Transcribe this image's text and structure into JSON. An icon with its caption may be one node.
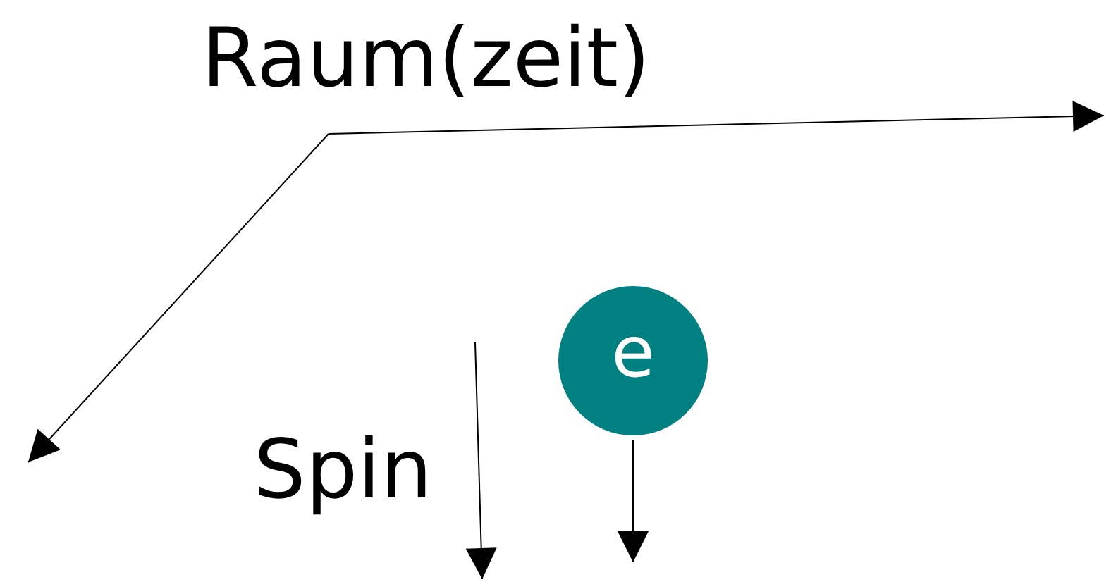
{
  "diagram": {
    "nodes": [
      {
        "text": [
          "e"
        ]
      }
    ],
    "labels": [
      "Raum(zeit)",
      "Spin"
    ]
  }
}
